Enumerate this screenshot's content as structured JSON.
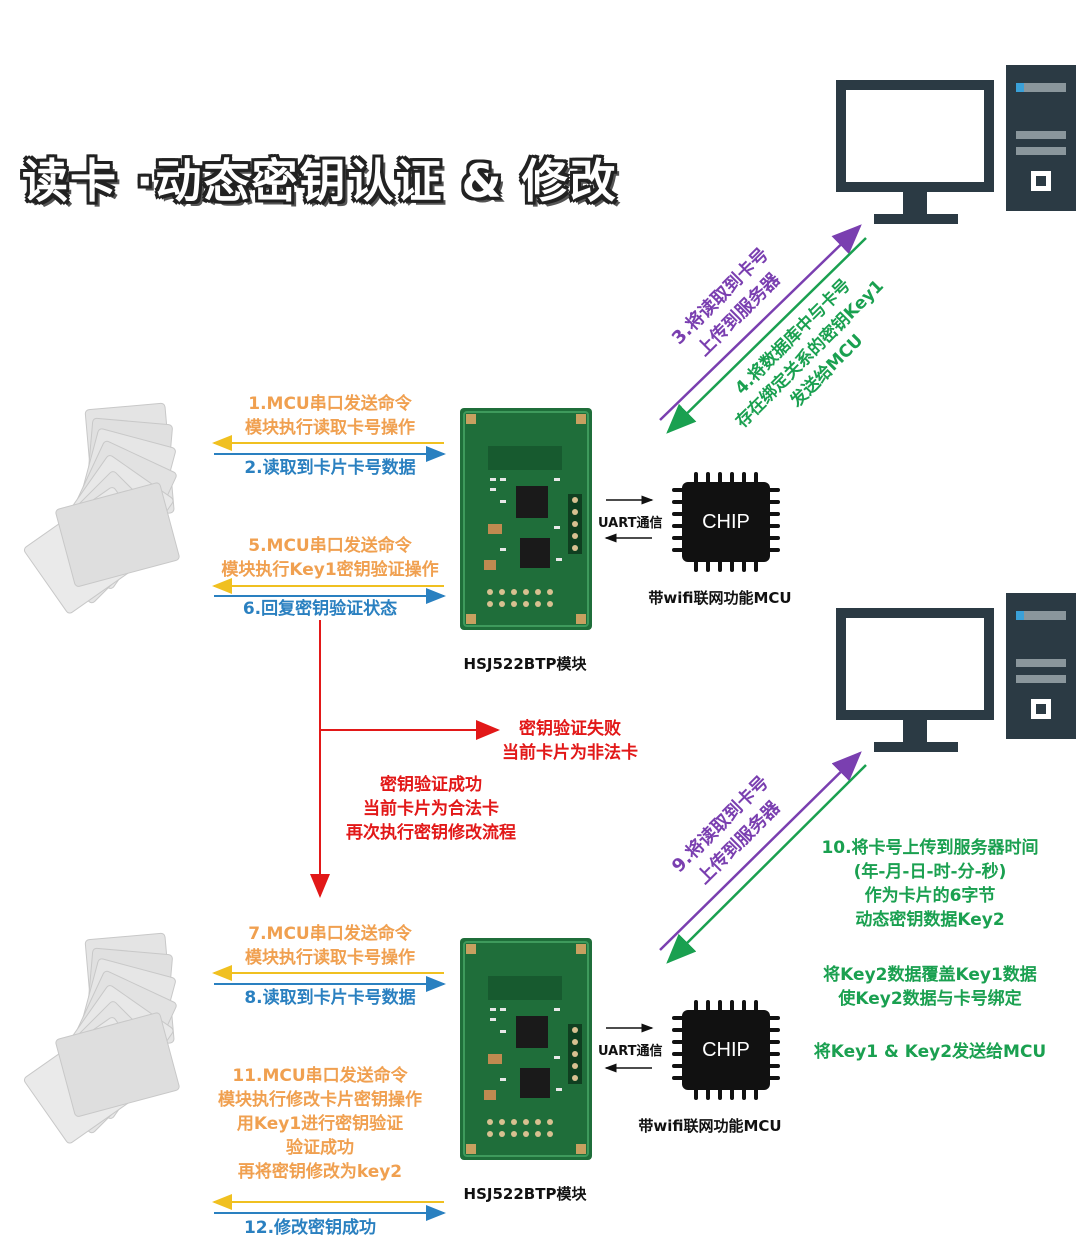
{
  "title": "读卡 ·动态密钥认证 & 修改",
  "top": {
    "step1": [
      "1.MCU串口发送命令",
      "模块执行读取卡号操作"
    ],
    "step2": "2.读取到卡片卡号数据",
    "step3": [
      "3.将读取到卡号",
      "上传到服务器"
    ],
    "step4": [
      "4.将数据库中与卡号",
      "存在绑定关系的密钥Key1",
      "发送给MCU"
    ],
    "step5": [
      "5.MCU串口发送命令",
      "模块执行Key1密钥验证操作"
    ],
    "step6": "6.回复密钥验证状态",
    "module_label": "HSJ522BTP模块",
    "mcu_label": "带wifi联网功能MCU",
    "uart_label": "UART通信",
    "chip_label": "CHIP"
  },
  "branch": {
    "fail": [
      "密钥验证失败",
      "当前卡片为非法卡"
    ],
    "success": [
      "密钥验证成功",
      "当前卡片为合法卡",
      "再次执行密钥修改流程"
    ]
  },
  "bottom": {
    "step7": [
      "7.MCU串口发送命令",
      "模块执行读取卡号操作"
    ],
    "step8": "8.读取到卡片卡号数据",
    "step9": [
      "9.将读取到卡号",
      "上传到服务器"
    ],
    "step10": [
      "10.将卡号上传到服务器时间",
      "(年-月-日-时-分-秒)",
      "作为卡片的6字节",
      "动态密钥数据Key2"
    ],
    "overwrite": [
      "将Key2数据覆盖Key1数据",
      "使Key2数据与卡号绑定"
    ],
    "send": "将Key1 & Key2发送给MCU",
    "step11": [
      "11.MCU串口发送命令",
      "模块执行修改卡片密钥操作",
      "用Key1进行密钥验证",
      "验证成功",
      "再将密钥修改为key2"
    ],
    "step12": "12.修改密钥成功",
    "module_label": "HSJ522BTP模块",
    "mcu_label": "带wifi联网功能MCU",
    "uart_label": "UART通信",
    "chip_label": "CHIP"
  },
  "colors": {
    "orange": "#f0a050",
    "yellow": "#f0c020",
    "blue": "#2a80c0",
    "red": "#e21818",
    "green": "#1aa050",
    "purple": "#7a3fb0",
    "pcb": "#1f6e3a",
    "computer": "#2b3a44"
  },
  "icons": [
    "card-stack-icon",
    "pcb-module-icon",
    "chip-icon",
    "computer-icon"
  ]
}
